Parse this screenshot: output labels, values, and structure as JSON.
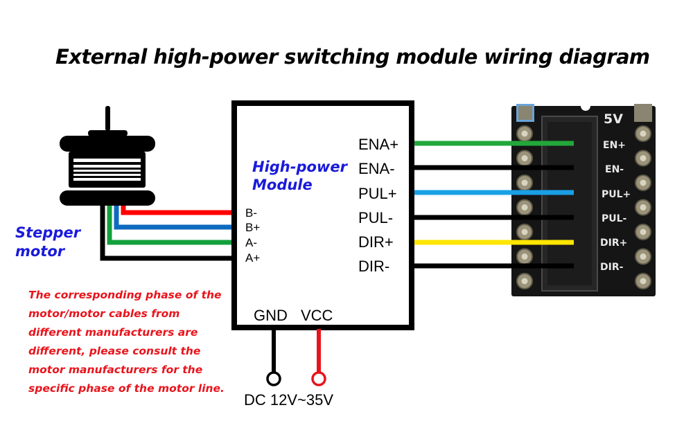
{
  "title": "External high-power switching module wiring diagram",
  "motor": {
    "label_line1": "Stepper",
    "label_line2": "motor"
  },
  "module": {
    "name_line1": "High-power",
    "name_line2": "Module",
    "motor_pins": [
      "B-",
      "B+",
      "A-",
      "A+"
    ],
    "signal_pins": [
      "ENA+",
      "ENA-",
      "PUL+",
      "PUL-",
      "DIR+",
      "DIR-"
    ],
    "power_pins": [
      "GND",
      "VCC"
    ]
  },
  "power": {
    "label": "DC 12V~35V"
  },
  "driver_board": {
    "voltage_label": "5V",
    "pins": [
      "EN+",
      "EN-",
      "PUL+",
      "PUL-",
      "DIR+",
      "DIR-"
    ]
  },
  "note_lines": [
    "The corresponding phase of the",
    "motor/motor cables from",
    "different manufacturers are",
    "different, please consult the",
    "motor manufacturers for the",
    "specific phase of the motor line."
  ],
  "wire_colors": {
    "motor": {
      "B-": "#ff0000",
      "B+": "#0f6bbf",
      "A-": "#13a03c",
      "A+": "#000000"
    },
    "signal": {
      "ENA+": "#22a83a",
      "ENA-": "#000000",
      "PUL+": "#1aa0e6",
      "PUL-": "#000000",
      "DIR+": "#ffe600",
      "DIR-": "#000000"
    },
    "power": {
      "GND": "#000000",
      "VCC": "#e8141c"
    }
  },
  "text_colors": {
    "label_blue": "#1a1adb",
    "note_red": "#e8141c"
  }
}
